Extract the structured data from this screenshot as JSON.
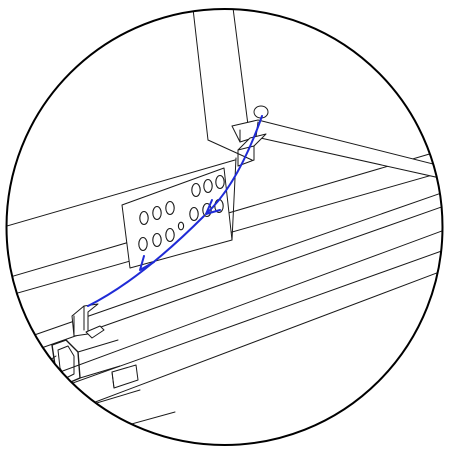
{
  "diagram": {
    "view": "circular-detail",
    "subject": "drawer-slide-assembly",
    "colors": {
      "line": "#1a1a1a",
      "background": "#ffffff",
      "arrow": "#1f2bd6"
    },
    "arrows": [
      {
        "name": "upper-arrow",
        "direction": "down-left"
      },
      {
        "name": "lower-arrow",
        "direction": "down-left"
      }
    ]
  }
}
